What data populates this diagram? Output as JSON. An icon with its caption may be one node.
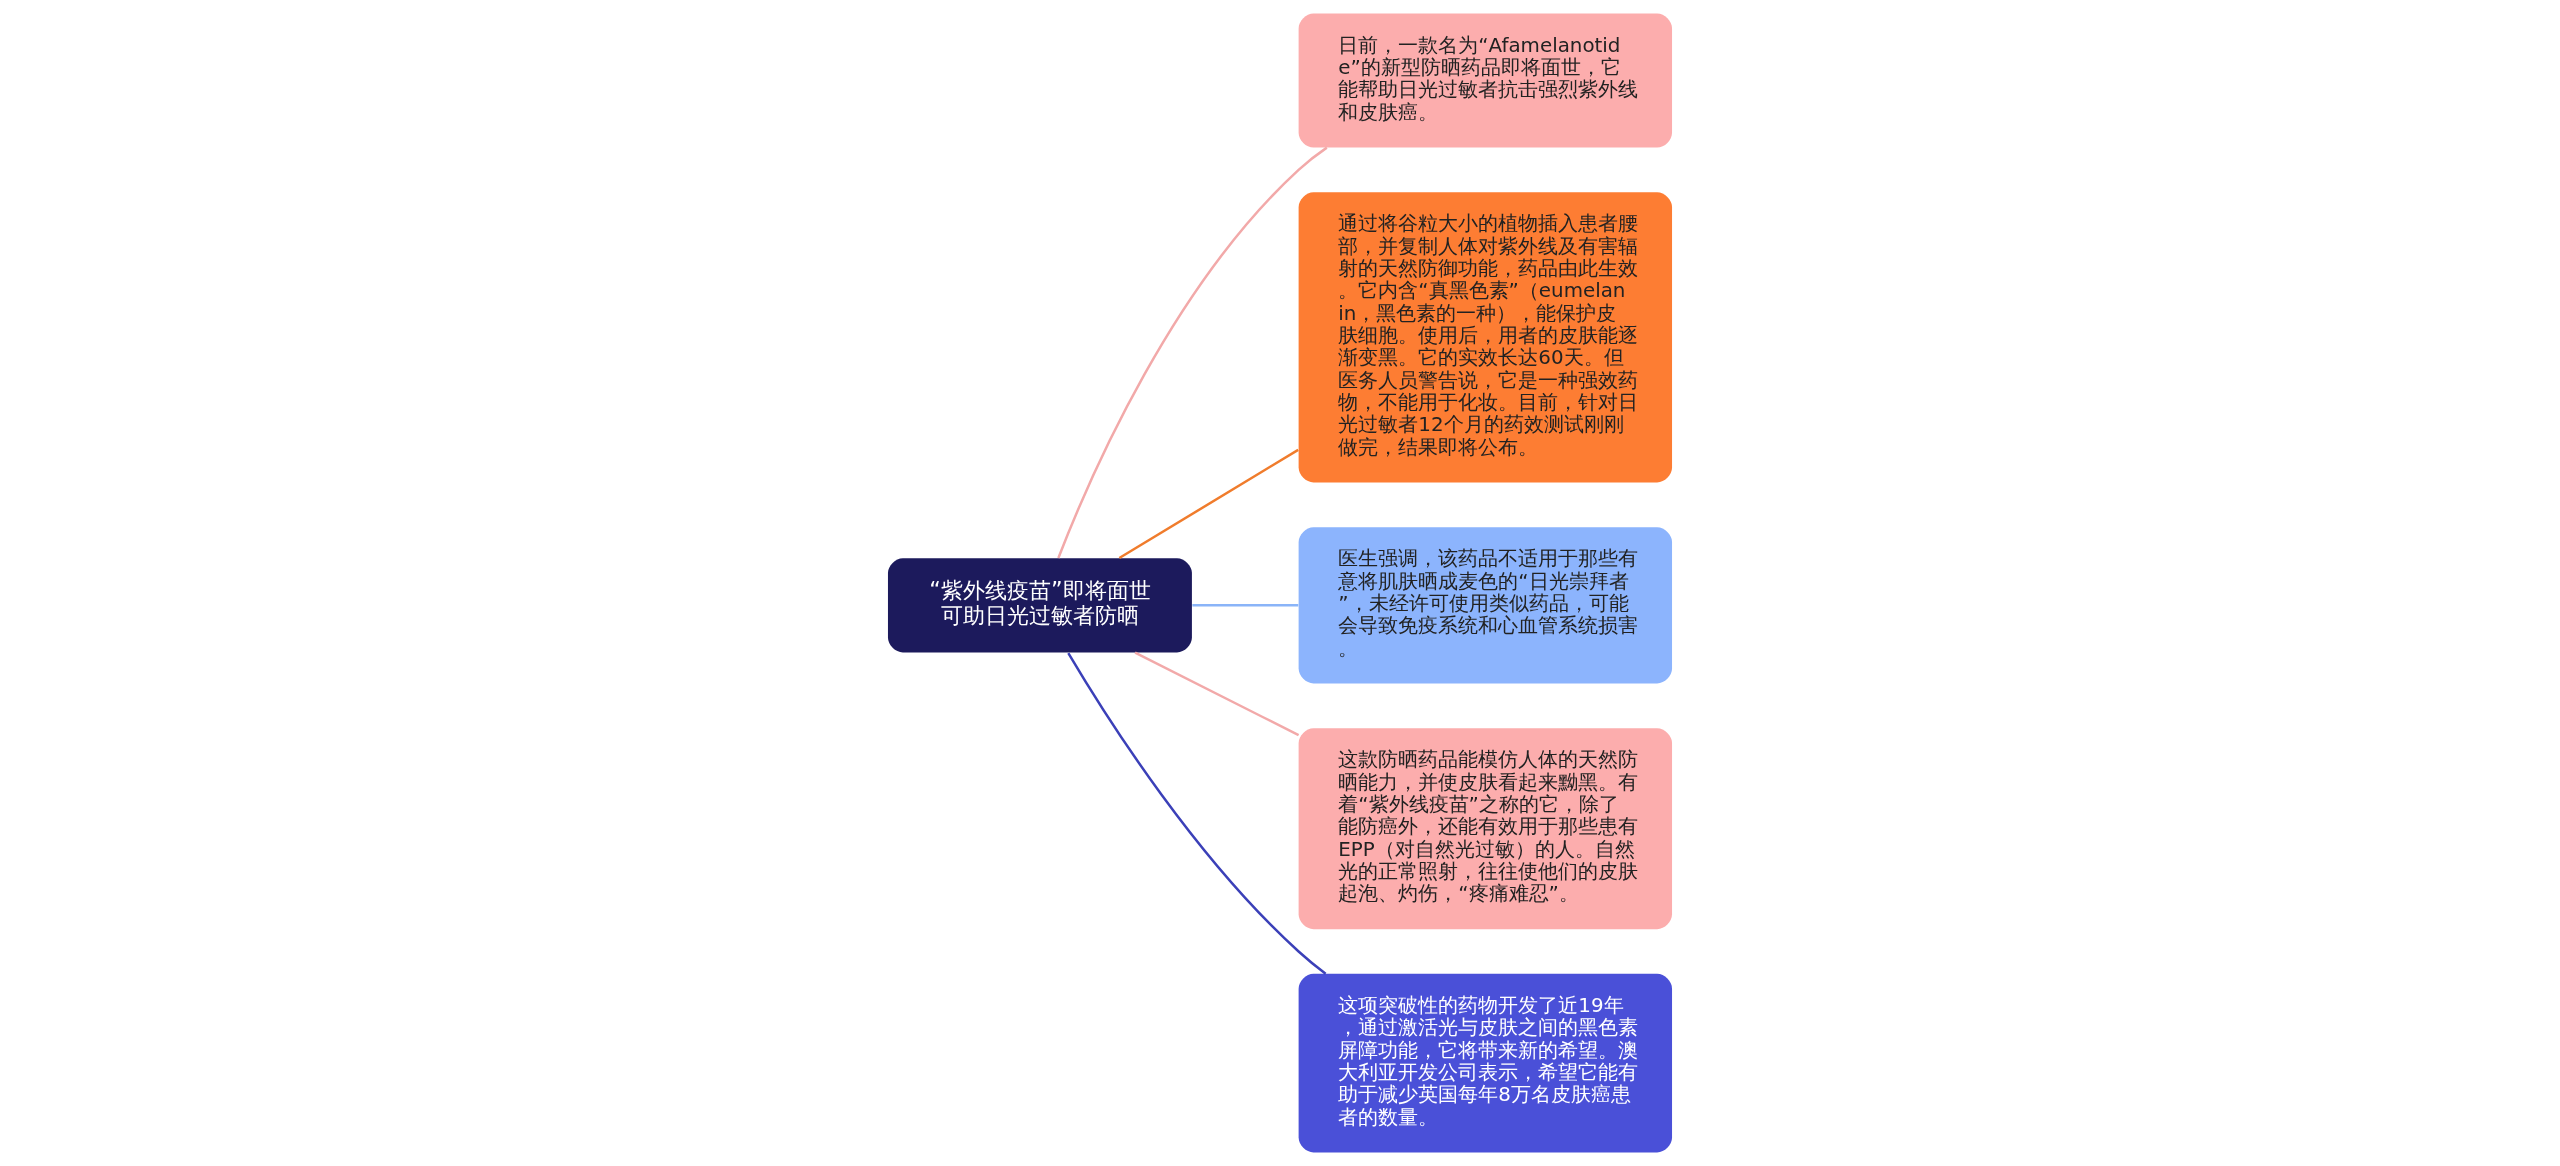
{
  "diagram": {
    "nodes": [
      {
        "text": [
          "“紫外线疫苗”即将面世可助日光过敏者防晒"
        ]
      },
      {
        "text": [
          "日前，一款名为“Afamelanotide”的新型防晒药品即将面世，它能帮助日光过敏者抗击强烈紫外线和皮肤癌。"
        ]
      },
      {
        "text": [
          "通过将谷粒大小的植物插入患者腰部，并复制人体对紫外线及有害辐射的天然防御功能，药品由此生效。它内含“真黑色素”（eumelanin，黑色素的一种），能保护皮肤细胞。使用后，用者的皮肤能逐渐变黑。它的实效长达60天。但医务人员警告说，它是一种强效药物，不能用于化妆。目前，针对日光过敏者12个月的药效测试刚刚做完，结果即将公布。"
        ]
      },
      {
        "text": [
          "医生强调，该药品不适用于那些有意将肌肤晒成麦色的“日光崇拜者”，未经许可使用类似药品，可能会导致免疫系统和心血管系统损害。"
        ]
      },
      {
        "text": [
          "这款防晒药品能模仿人体的天然防晒能力，并使皮肤看起来黝黑。有着“紫外线疫苗”之称的它，除了能防癌外，还能有效用于那些患有EPP（对自然光过敏）的人。自然光的正常照射，往往使他们的皮肤起泡、灼伤，“疼痛难忍”。"
        ]
      },
      {
        "text": [
          "这项突破性的药物开发了近19年，通过激活光与皮肤之间的黑色素屏障功能，它将带来新的希望。澳大利亚开发公司表示，希望它能有助于减少英国每年8万名皮肤癌患者的数量。"
        ]
      }
    ],
    "edges": [
      {
        "from": 0,
        "to": 1,
        "arrow": "none",
        "color": "#f2a9a9"
      },
      {
        "from": 0,
        "to": 2,
        "arrow": "none",
        "color": "#f07c2c"
      },
      {
        "from": 0,
        "to": 3,
        "arrow": "none",
        "color": "#8ab4f8"
      },
      {
        "from": 0,
        "to": 4,
        "arrow": "none",
        "color": "#f2a9a9"
      },
      {
        "from": 0,
        "to": 5,
        "arrow": "none",
        "color": "#3b40b8"
      }
    ]
  }
}
